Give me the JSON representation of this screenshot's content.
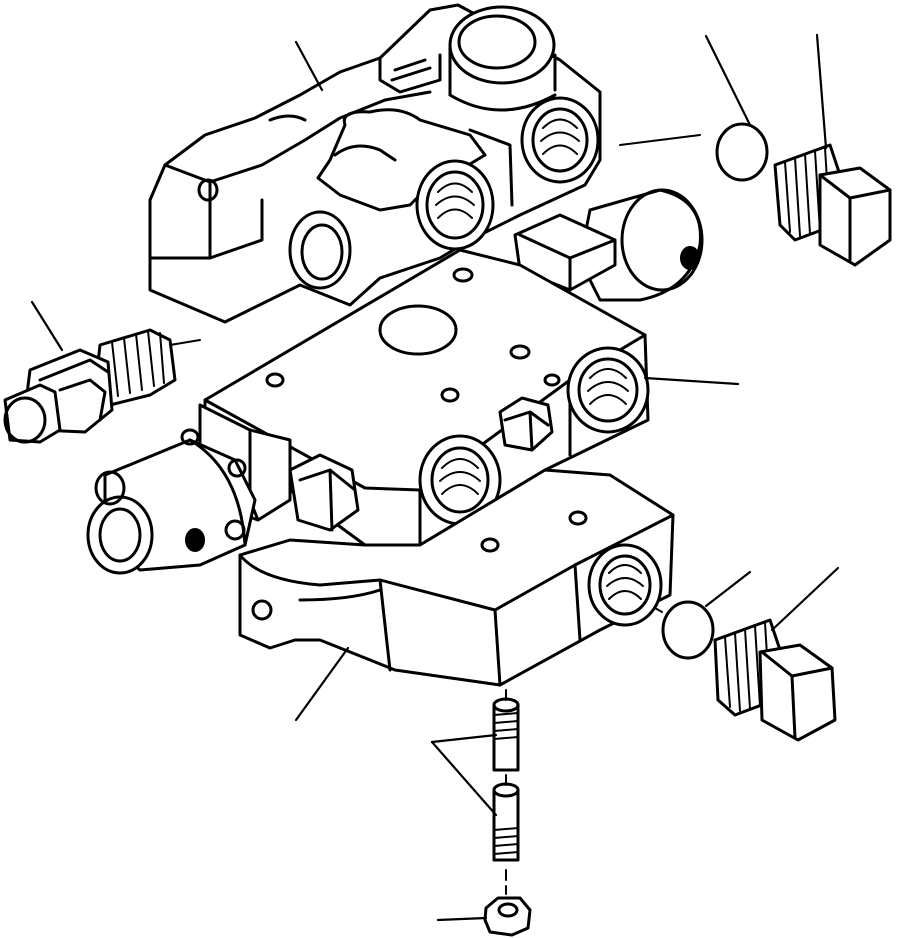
{
  "diagram": {
    "line_color": "#000000",
    "background": "#ffffff",
    "parts": [
      {
        "id": "upper-valve-body",
        "icon": "valve-body-icon"
      },
      {
        "id": "middle-valve-section",
        "icon": "valve-section-icon"
      },
      {
        "id": "lower-valve-cover",
        "icon": "valve-cover-icon"
      },
      {
        "id": "upper-right-plug",
        "icon": "hex-plug-icon"
      },
      {
        "id": "upper-right-o-ring",
        "icon": "o-ring-icon"
      },
      {
        "id": "lower-right-plug",
        "icon": "hex-plug-icon"
      },
      {
        "id": "lower-right-o-ring",
        "icon": "o-ring-icon"
      },
      {
        "id": "left-relief-valve",
        "icon": "relief-valve-icon"
      },
      {
        "id": "left-solenoid-cartridge",
        "icon": "cartridge-icon"
      },
      {
        "id": "stud-bolts",
        "icon": "stud-icon"
      },
      {
        "id": "hex-nut",
        "icon": "nut-icon"
      }
    ]
  }
}
